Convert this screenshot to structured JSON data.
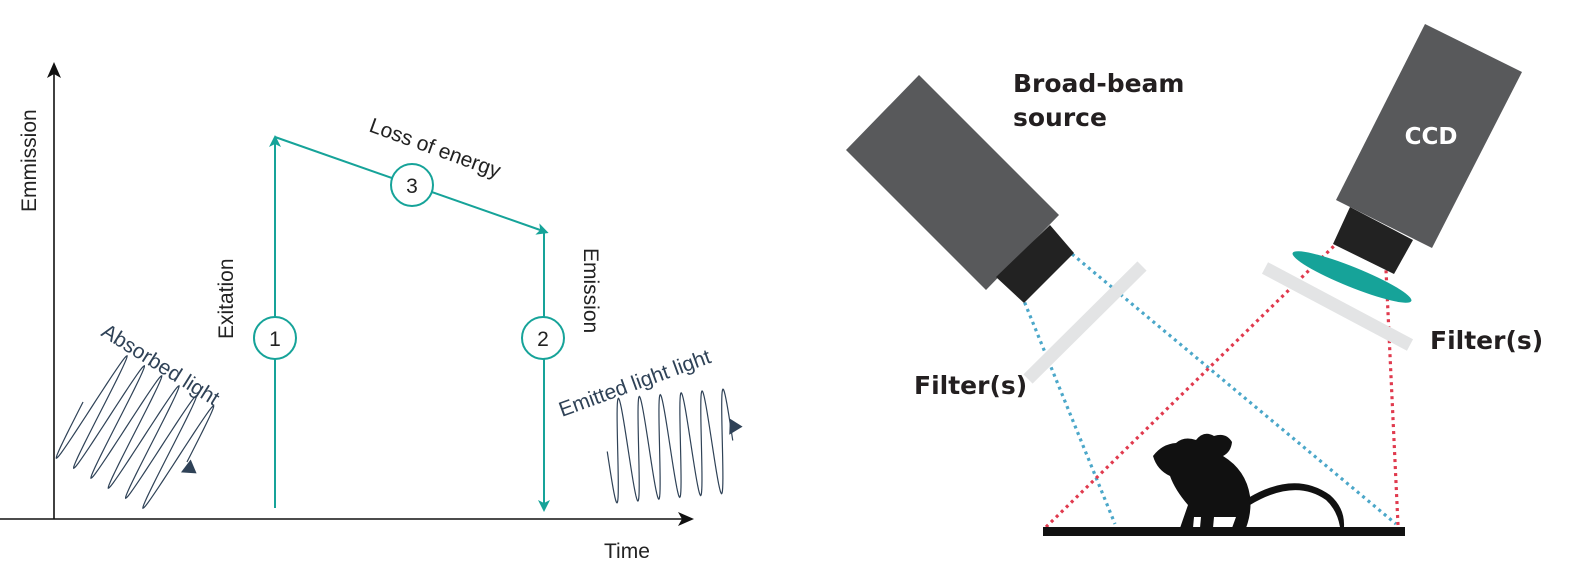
{
  "left_diagram": {
    "y_axis_label": "Emmission",
    "x_axis_label": "Time",
    "excitation_label": "Exitation",
    "emission_label": "Emission",
    "loss_label": "Loss of energy",
    "step_1": "1",
    "step_2": "2",
    "step_3": "3",
    "absorbed_label": "Absorbed light",
    "emitted_label": "Emitted light light"
  },
  "right_diagram": {
    "source_label_line1": "Broad-beam",
    "source_label_line2": "source",
    "camera_label": "CCD",
    "filter_left_label": "Filter(s)",
    "filter_right_label": "Filter(s)"
  },
  "colors": {
    "teal": "#16a399",
    "dark_navy": "#2f4257",
    "body_gray": "#58595b",
    "lens_black": "#222222",
    "red_beam": "#e03a4e",
    "blue_beam": "#4ba7c9",
    "filter_gray": "#e3e4e5",
    "axis": "#111111"
  }
}
